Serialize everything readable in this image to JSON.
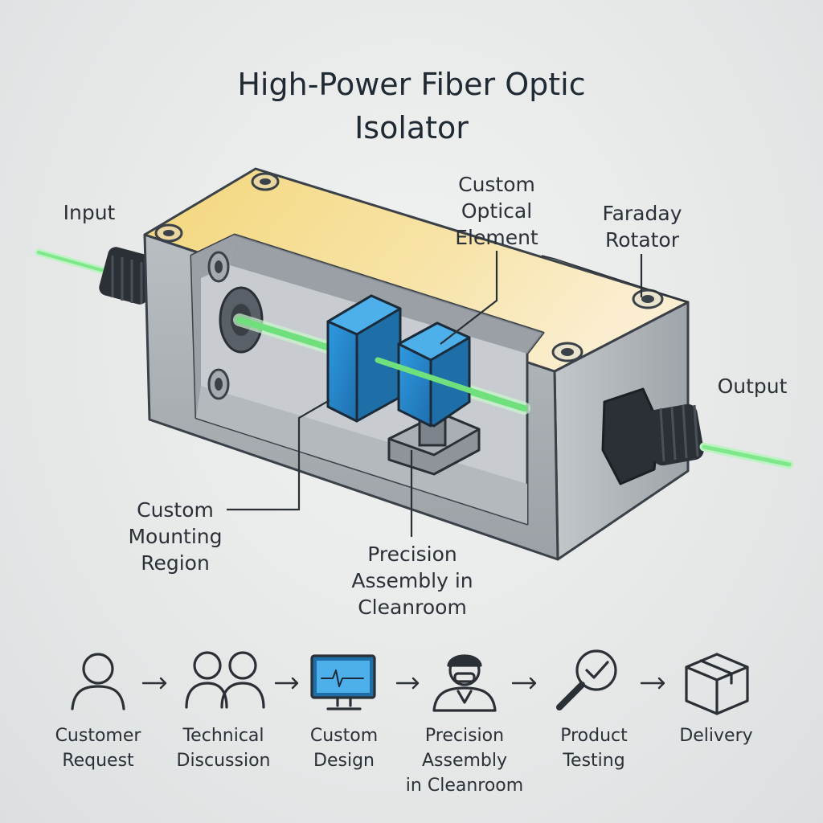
{
  "title": "High-Power Fiber Optic\nIsolator",
  "labels": {
    "input": "Input",
    "output": "Output",
    "optical_element": "Custom\nOptical\nElement",
    "faraday": "Faraday\nRotator",
    "mounting": "Custom\nMounting\nRegion",
    "precision": "Precision\nAssembly in\nCleanroom"
  },
  "process": [
    {
      "label": "Customer\nRequest",
      "icon": "person-icon"
    },
    {
      "label": "Technical\nDiscussion",
      "icon": "people-icon"
    },
    {
      "label": "Custom\nDesign",
      "icon": "monitor-icon"
    },
    {
      "label": "Precision\nAssembly\nin Cleanroom",
      "icon": "technician-icon"
    },
    {
      "label": "Product\nTesting",
      "icon": "magnifier-check-icon"
    },
    {
      "label": "Delivery",
      "icon": "box-icon"
    }
  ],
  "colors": {
    "fiber": "#7fe88a",
    "housing": "#a9afb4",
    "lid": "#f5dc8c",
    "optic": "#2f8fd0",
    "dark": "#2b3036"
  }
}
